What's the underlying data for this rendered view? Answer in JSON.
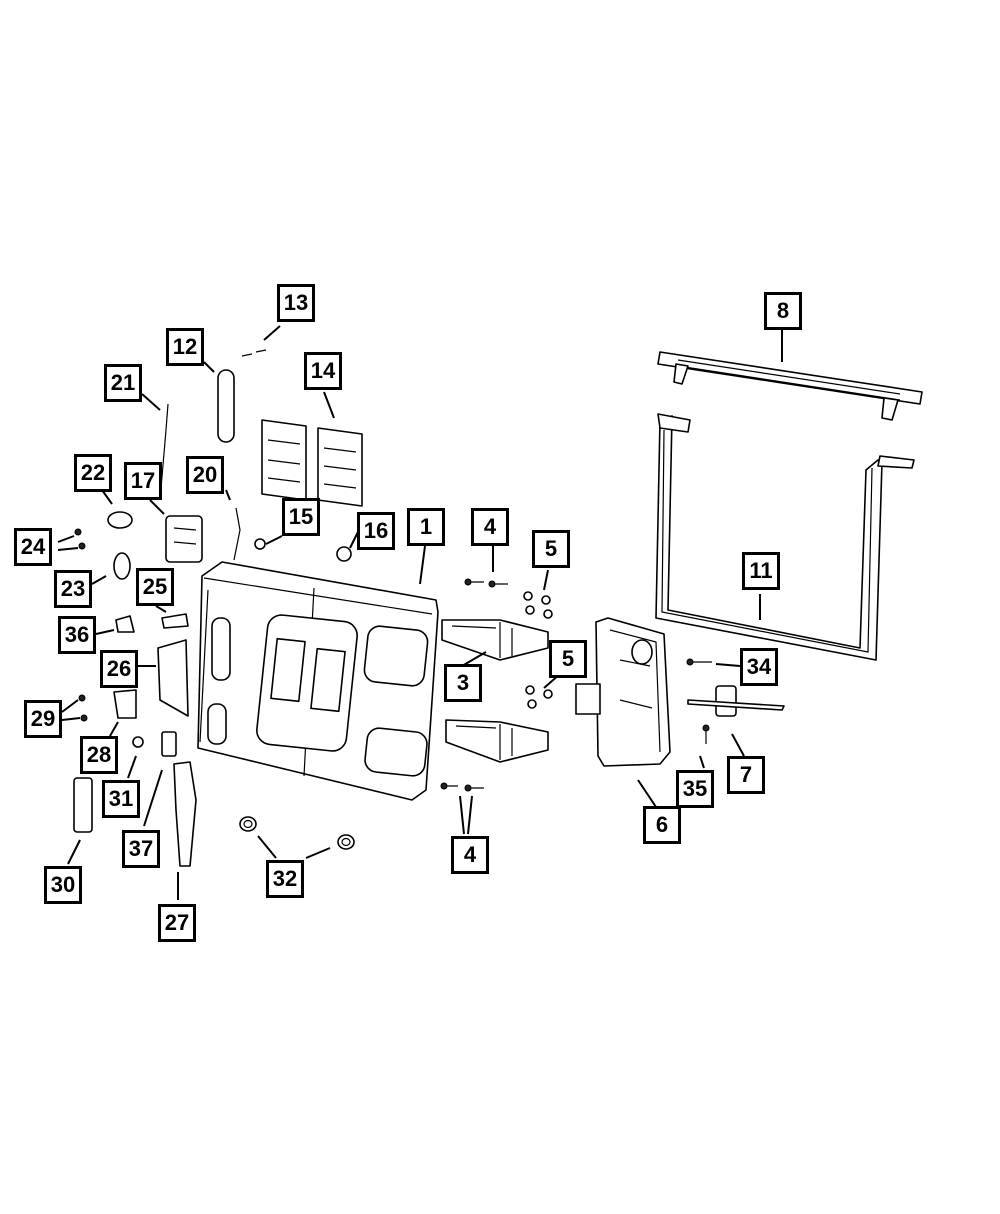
{
  "diagram": {
    "callouts": [
      "1",
      "3",
      "4",
      "4",
      "5",
      "5",
      "6",
      "7",
      "8",
      "11",
      "12",
      "13",
      "14",
      "15",
      "16",
      "17",
      "20",
      "21",
      "22",
      "23",
      "24",
      "25",
      "26",
      "27",
      "28",
      "29",
      "30",
      "31",
      "32",
      "34",
      "35",
      "36",
      "37"
    ],
    "colors": {
      "line": "#000000",
      "background": "#ffffff"
    }
  }
}
